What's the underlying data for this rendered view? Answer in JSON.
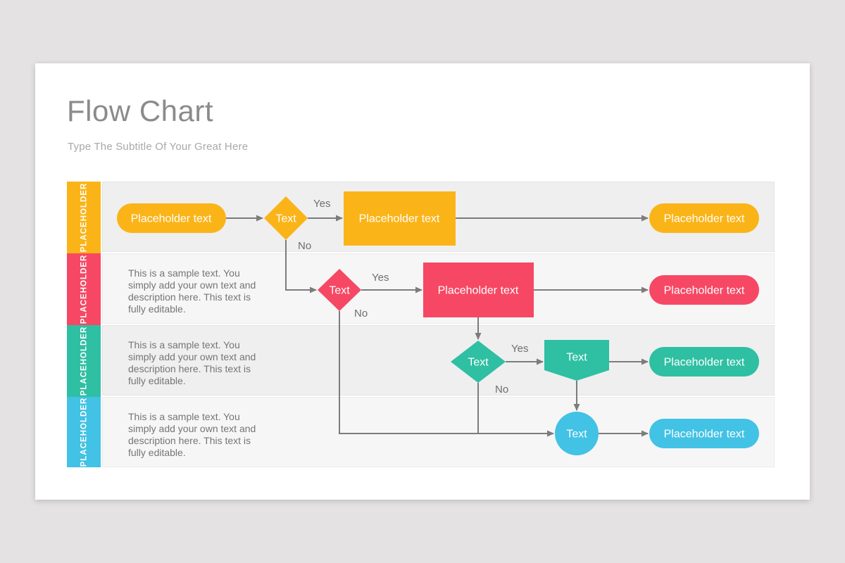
{
  "slide": {
    "title": "Flow Chart",
    "subtitle": "Type The Subtitle Of Your Great Here"
  },
  "labels": {
    "yes": "Yes",
    "no": "No"
  },
  "colors": {
    "yellow": "#FBB418",
    "pink": "#F64864",
    "teal": "#2FBFA3",
    "cyan": "#42C2E4",
    "connector": "#7C7C7C"
  },
  "lanes": [
    {
      "tab": "PLACEHOLDER",
      "color": "#FBB418",
      "description": ""
    },
    {
      "tab": "PLACEHOLDER",
      "color": "#F64864",
      "description": "This is a sample text. You simply add your own text and description here. This text is fully editable."
    },
    {
      "tab": "PLACEHOLDER",
      "color": "#2FBFA3",
      "description": "This is a sample text. You simply add your own text and description here. This text is fully editable."
    },
    {
      "tab": "PLACEHOLDER",
      "color": "#42C2E4",
      "description": "This is a sample text. You simply add your own text and description here. This text is fully editable."
    }
  ],
  "nodes": {
    "lane1_start": "Placeholder text",
    "lane1_decision": "Text",
    "lane1_process": "Placeholder text",
    "lane1_end": "Placeholder text",
    "lane2_decision": "Text",
    "lane2_process": "Placeholder text",
    "lane2_end": "Placeholder text",
    "lane3_decision": "Text",
    "lane3_banner": "Text",
    "lane3_end": "Placeholder text",
    "lane4_terminal": "Text",
    "lane4_end": "Placeholder text"
  }
}
